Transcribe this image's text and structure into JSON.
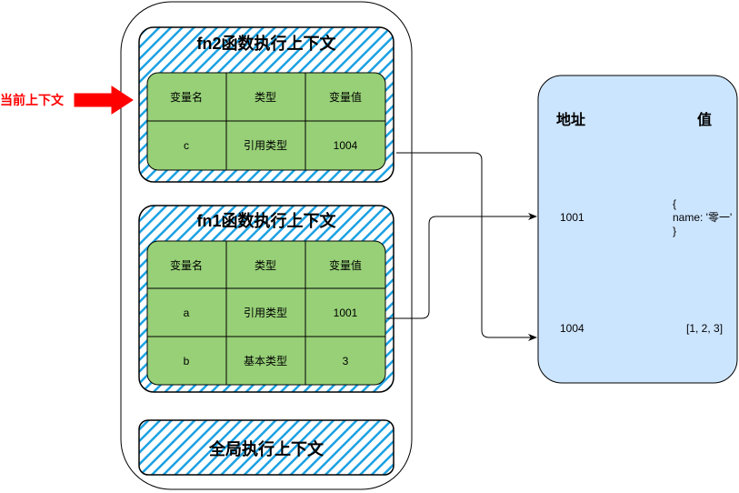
{
  "colors": {
    "hatch": "#1ba1e2",
    "table_fill": "#97d077",
    "heap_fill": "#cce5ff",
    "pointer": "#ff0000",
    "line": "#000000"
  },
  "pointer": {
    "label": "当前上下文"
  },
  "contexts": {
    "fn2": {
      "title": "fn2函数执行上下文",
      "headers": [
        "变量名",
        "类型",
        "变量值"
      ],
      "rows": [
        [
          "c",
          "引用类型",
          "1004"
        ]
      ]
    },
    "fn1": {
      "title": "fn1函数执行上下文",
      "headers": [
        "变量名",
        "类型",
        "变量值"
      ],
      "rows": [
        [
          "a",
          "引用类型",
          "1001"
        ],
        [
          "b",
          "基本类型",
          "3"
        ]
      ]
    },
    "global": {
      "title": "全局执行上下文"
    }
  },
  "heap": {
    "header_address": "地址",
    "header_value": "值",
    "entries": [
      {
        "address": "1001",
        "value_lines": [
          "{",
          "name: '零一'",
          "}"
        ]
      },
      {
        "address": "1004",
        "value_lines": [
          "[1, 2, 3]"
        ]
      }
    ]
  }
}
